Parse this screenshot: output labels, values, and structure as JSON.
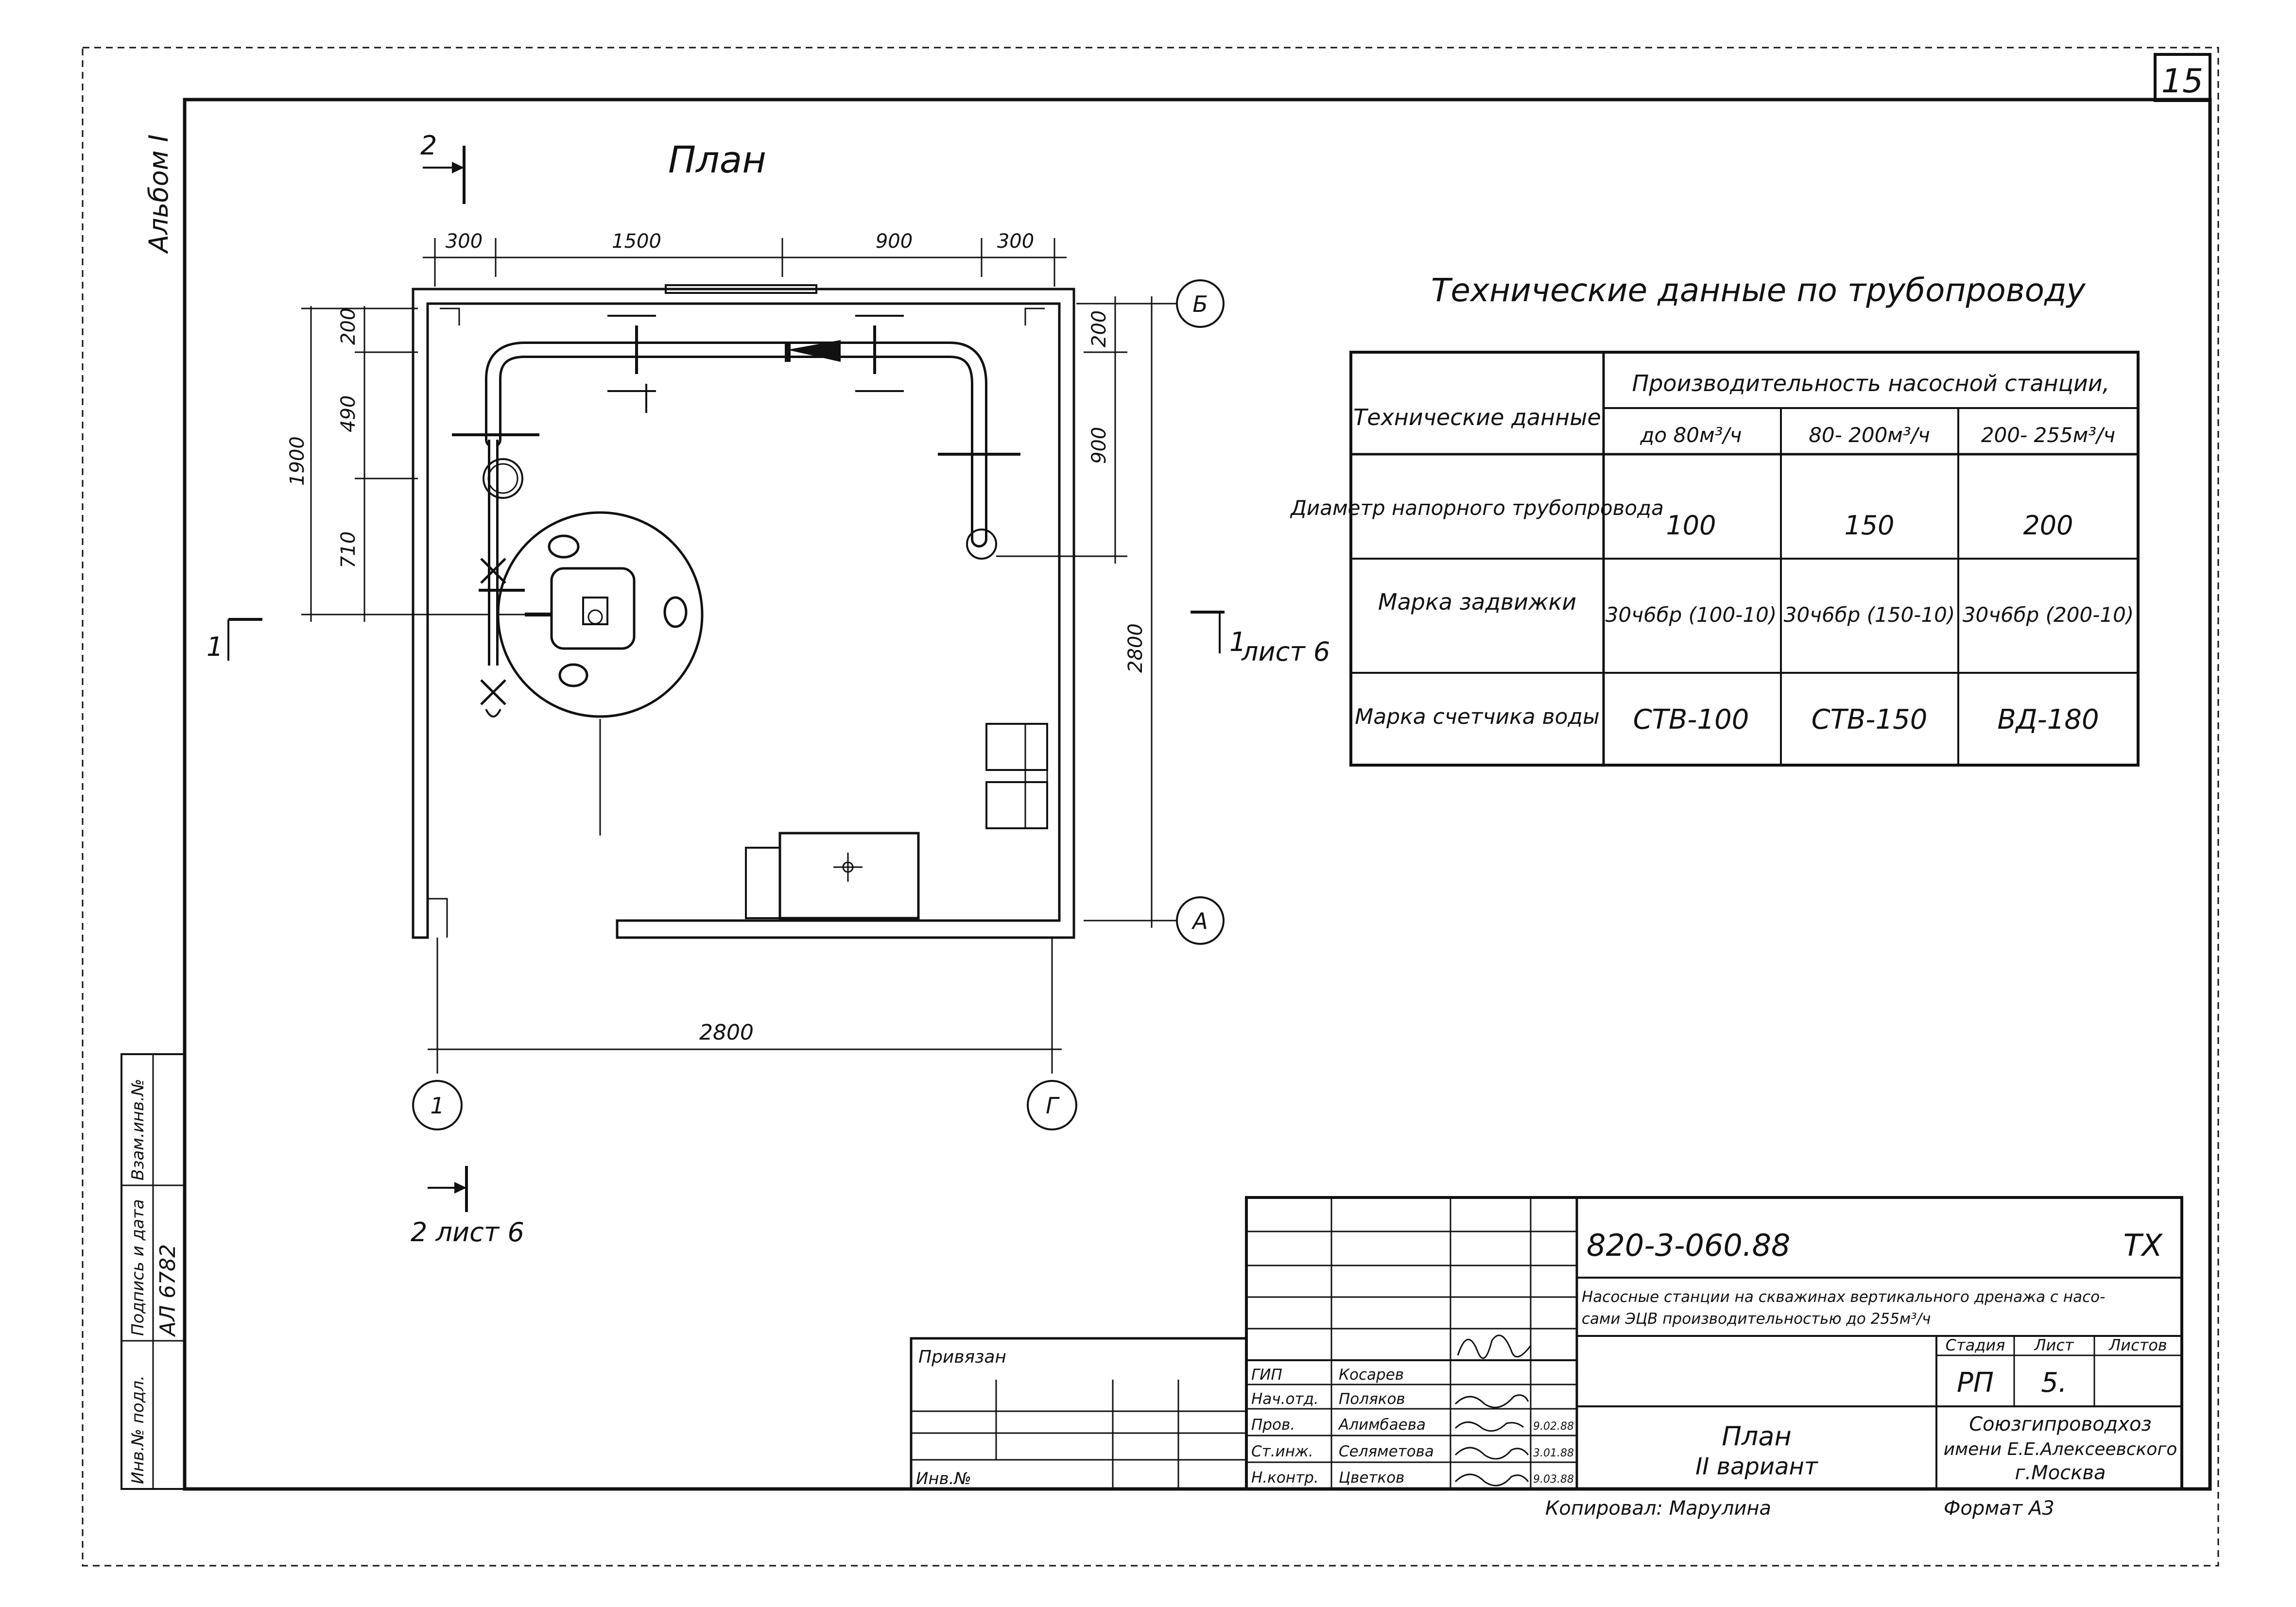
{
  "sheet_number": "15",
  "album_label": "Альбом I",
  "plan": {
    "title": "План",
    "section_2_label": "2",
    "section_2_bottom_label": "2 лист 6",
    "section_1_left_label": "1",
    "section_1_right_label": "1",
    "section_1_right_sheet": "лист 6",
    "top_dims": [
      "300",
      "1500",
      "900",
      "300"
    ],
    "left_dims": [
      "200",
      "490",
      "710"
    ],
    "left_total": "1900",
    "right_dims": [
      "200",
      "900"
    ],
    "right_total": "2800",
    "bottom_total": "2800",
    "axes": {
      "b": "Б",
      "a": "А",
      "one": "1",
      "g": "Г"
    }
  },
  "tech_table": {
    "title": "Технические данные по трубопроводу",
    "head_label": "Технические данные",
    "group_header": "Производительность насосной станции,",
    "columns": [
      "до 80м³/ч",
      "80- 200м³/ч",
      "200- 255м³/ч"
    ],
    "rows": [
      {
        "label": "Диаметр напорного трубопровода",
        "values": [
          "100",
          "150",
          "200"
        ]
      },
      {
        "label": "Марка задвижки",
        "values": [
          "30ч6бр (100-10)",
          "30ч6бр (150-10)",
          "30ч6бр (200-10)"
        ]
      },
      {
        "label": "Марка счетчика воды",
        "values": [
          "СТВ-100",
          "СТВ-150",
          "ВД-180"
        ]
      }
    ]
  },
  "title_block": {
    "code": "820-3-060.88",
    "mark": "ТХ",
    "description_line1": "Насосные станции на скважинах вертикального дренажа с насо-",
    "description_line2": "сами ЭЦВ производительностью до 255м³/ч",
    "stage_label": "Стадия",
    "sheet_label": "Лист",
    "sheets_label": "Листов",
    "stage": "РП",
    "sheet": "5.",
    "drawing_title": "План",
    "drawing_variant": "II вариант",
    "organization_line1": "Союзгипроводхоз",
    "organization_line2": "имени Е.Е.Алексеевского",
    "organization_line3": "г.Москва",
    "signatures": [
      {
        "role": "ГИП",
        "name": "Косарев",
        "date": ""
      },
      {
        "role": "Нач.отд.",
        "name": "Поляков",
        "date": ""
      },
      {
        "role": "Пров.",
        "name": "Алимбаева",
        "date": "9.02.88"
      },
      {
        "role": "Ст.инж.",
        "name": "Селяметова",
        "date": "3.01.88"
      },
      {
        "role": "Н.контр.",
        "name": "Цветков",
        "date": "9.03.88"
      }
    ],
    "bound_label": "Привязан",
    "inv_label": "Инв.№",
    "copied_by": "Копировал: Марулина",
    "format": "Формат А3"
  },
  "side_stamp": {
    "inv_podl": "Инв.№ подл.",
    "podpis_data": "Подпись и дата",
    "vzam_inv": "Взам.инв.№",
    "inv_value": "АЛ 6782"
  }
}
